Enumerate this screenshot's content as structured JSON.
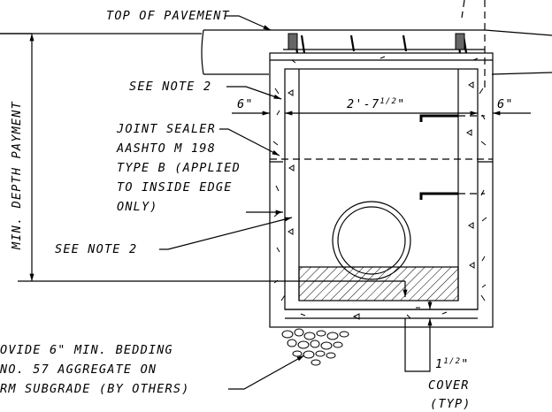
{
  "labels": {
    "top_of_pavement": "TOP OF PAVEMENT",
    "see_note_2_upper": "SEE NOTE 2",
    "dim_left_wall": "6\"",
    "dim_interior_width": "2'-7",
    "dim_interior_width_frac": "1/2",
    "dim_interior_width_close": "\"",
    "dim_right_wall": "6\"",
    "joint_sealer": [
      "JOINT SEALER",
      "AASHTO M 198",
      "TYPE B (APPLIED",
      "TO INSIDE EDGE",
      "ONLY)"
    ],
    "min_depth_payment": "MIN. DEPTH PAYMENT",
    "see_note_2_lower": "SEE NOTE 2",
    "bedding_note": [
      "OVIDE 6\" MIN. BEDDING",
      "NO. 57 AGGREGATE ON",
      "RM SUBGRADE (BY OTHERS)"
    ],
    "cover_dim": "1",
    "cover_dim_frac": "1/2",
    "cover_dim_close": "\"",
    "cover_label": "COVER",
    "cover_typ": "(TYP)"
  }
}
